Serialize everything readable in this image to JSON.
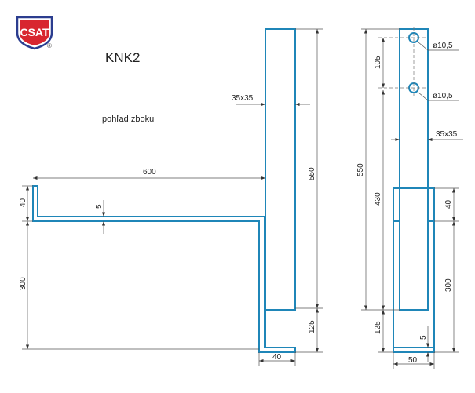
{
  "logo": {
    "text": "CSAT",
    "registered": "®",
    "colors": {
      "red": "#d8262f",
      "blue": "#2b3d8f"
    }
  },
  "title": "KNK2",
  "view_label": "pohľad zboku",
  "side_view": {
    "arm_length": "600",
    "post_height": "550",
    "post_profile": "35x35",
    "foot": "125",
    "foot_width": "40",
    "arm_height": "40",
    "thickness": "5",
    "drop": "300"
  },
  "front_view": {
    "hole1": "ø10,5",
    "hole2": "ø10,5",
    "hole_spacing": "105",
    "height": "550",
    "lower": "430",
    "profile": "35x35",
    "sleeve": "40",
    "sleeve_height": "300",
    "base": "125",
    "plate": "5",
    "width": "50"
  },
  "colors": {
    "part": "#1f86b8"
  }
}
